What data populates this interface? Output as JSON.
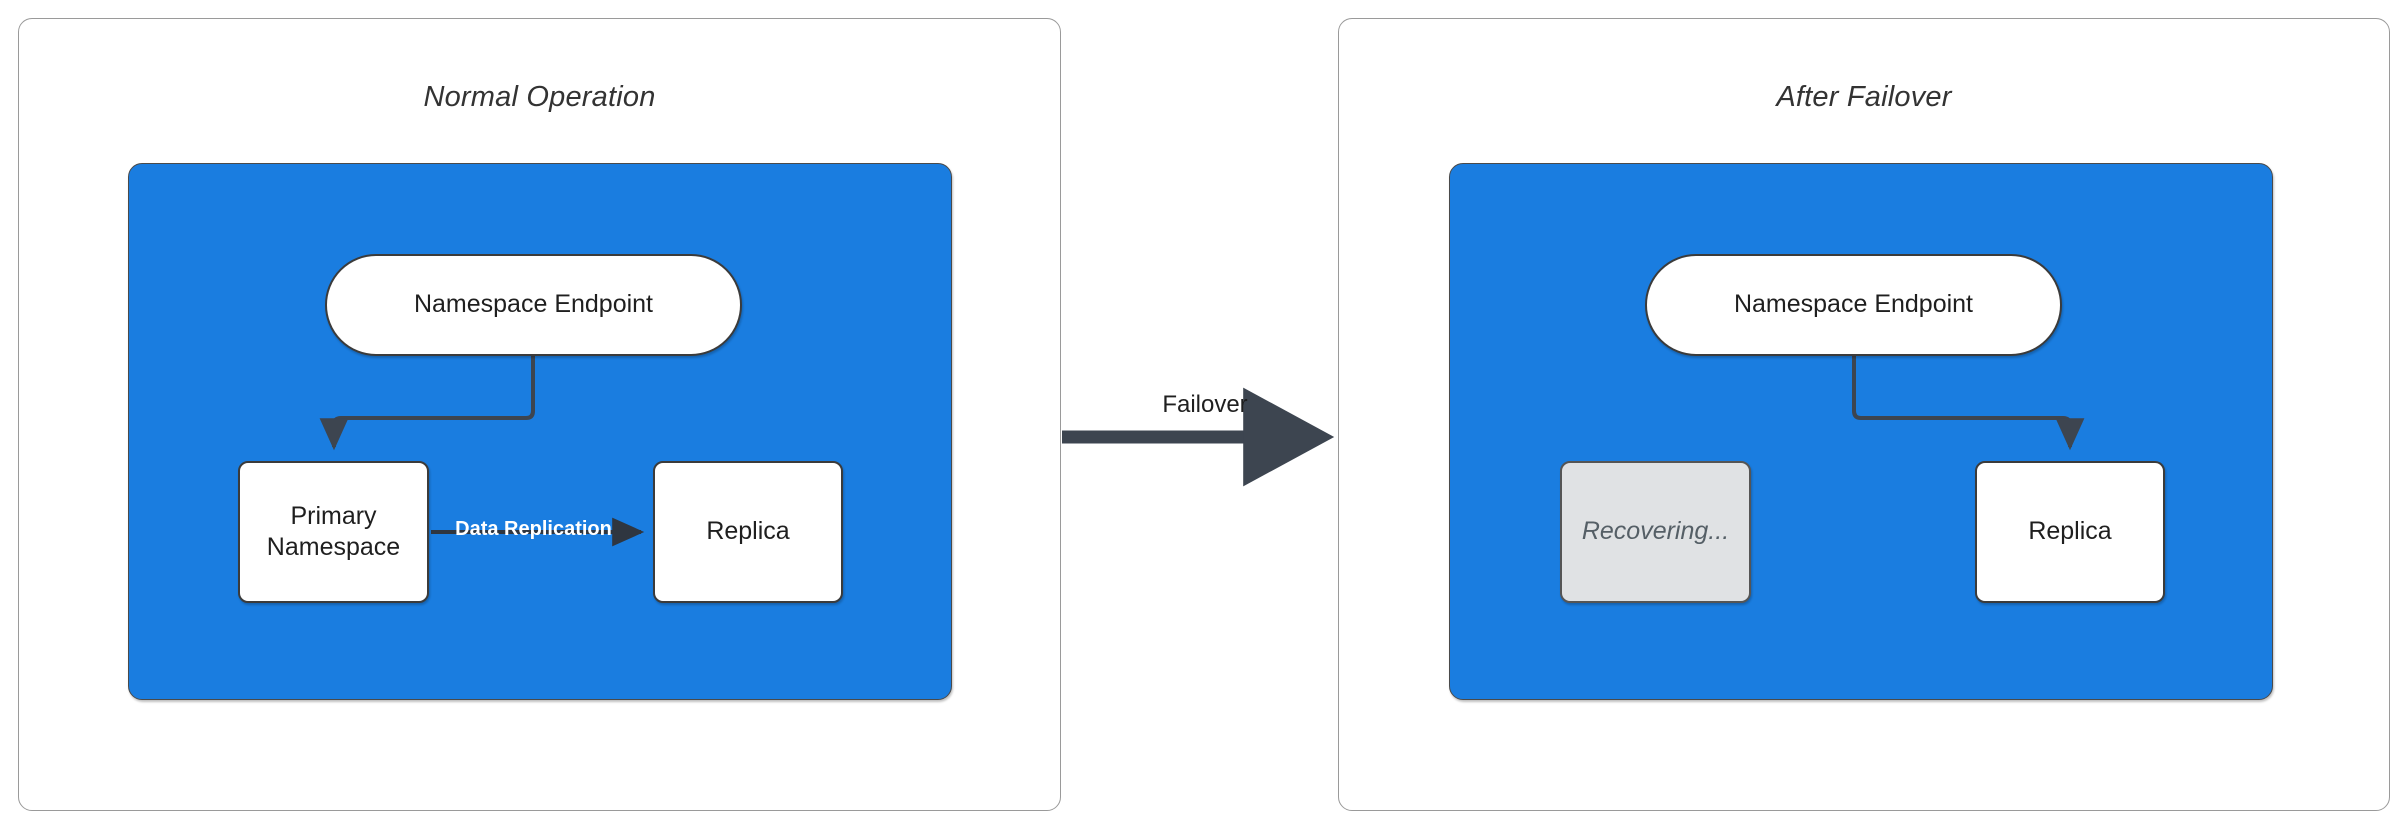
{
  "diagram": {
    "title_left": "Normal Operation",
    "title_right": "After Failover",
    "transition_label": "Failover",
    "colors": {
      "cluster_blue": "#1A7DE0",
      "node_white": "#FFFFFF",
      "node_muted_gray": "#E0E2E4",
      "stroke_dark": "#3B3B3B",
      "arrow_dark": "#3D4550",
      "panel_border": "#9A9A9A",
      "replication_label": "#FFFFFF"
    },
    "panels": [
      {
        "id": "normal-operation",
        "title": "Normal Operation",
        "nodes": [
          {
            "id": "endpoint",
            "label": "Namespace Endpoint",
            "shape": "pill",
            "state": "active"
          },
          {
            "id": "primary",
            "label": "Primary\nNamespace",
            "line1": "Primary",
            "line2": "Namespace",
            "shape": "box",
            "state": "active"
          },
          {
            "id": "replica",
            "label": "Replica",
            "shape": "box",
            "state": "active"
          }
        ],
        "edges": [
          {
            "from": "endpoint",
            "to": "primary",
            "label": "",
            "style": "orthogonal-arrow"
          },
          {
            "from": "primary",
            "to": "replica",
            "label": "Data Replication",
            "style": "straight-arrow"
          }
        ]
      },
      {
        "id": "after-failover",
        "title": "After Failover",
        "nodes": [
          {
            "id": "endpoint",
            "label": "Namespace Endpoint",
            "shape": "pill",
            "state": "active"
          },
          {
            "id": "recovering",
            "label": "Recovering...",
            "shape": "box",
            "state": "recovering"
          },
          {
            "id": "replica",
            "label": "Replica",
            "shape": "box",
            "state": "active"
          }
        ],
        "edges": [
          {
            "from": "endpoint",
            "to": "replica",
            "label": "",
            "style": "orthogonal-arrow"
          }
        ]
      }
    ]
  }
}
